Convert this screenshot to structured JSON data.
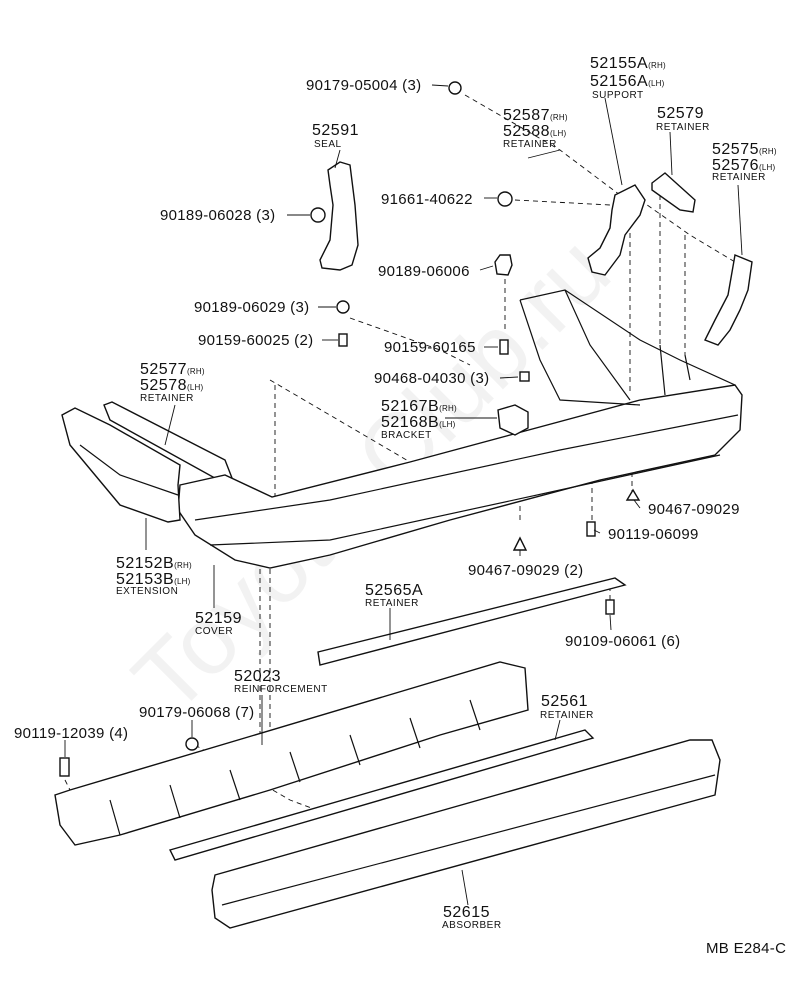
{
  "diagram_code": "MB E284-C",
  "watermark": "Toyota-Club.ru",
  "labels": {
    "p90179_05004": "90179-05004 (3)",
    "p52155a": "52155A",
    "p52155a_sfx": "(RH)",
    "p52156a": "52156A",
    "p52156a_sfx": "(LH)",
    "support": "SUPPORT",
    "p52587": "52587",
    "p52587_sfx": "(RH)",
    "p52588": "52588",
    "p52588_sfx": "(LH)",
    "retainer_52587": "RETAINER",
    "p52579": "52579",
    "retainer_52579": "RETAINER",
    "p52591": "52591",
    "seal": "SEAL",
    "p52575": "52575",
    "p52575_sfx": "(RH)",
    "p52576": "52576",
    "p52576_sfx": "(LH)",
    "retainer_52575": "RETAINER",
    "p91661_40622": "91661-40622",
    "p90189_06028": "90189-06028 (3)",
    "p90189_06006": "90189-06006",
    "p90189_06029": "90189-06029 (3)",
    "p90159_60025": "90159-60025 (2)",
    "p90159_60165": "90159-60165",
    "p52577": "52577",
    "p52577_sfx": "(RH)",
    "p52578": "52578",
    "p52578_sfx": "(LH)",
    "retainer_52577": "RETAINER",
    "p90468_04030": "90468-04030 (3)",
    "p52167b": "52167B",
    "p52167b_sfx": "(RH)",
    "p52168b": "52168B",
    "p52168b_sfx": "(LH)",
    "bracket": "BRACKET",
    "p90467_09029_a": "90467-09029",
    "p90119_06099": "90119-06099",
    "p52152b": "52152B",
    "p52152b_sfx": "(RH)",
    "p52153b": "52153B",
    "p52153b_sfx": "(LH)",
    "extension": "EXTENSION",
    "p90467_09029_b": "90467-09029 (2)",
    "p52159": "52159",
    "cover": "COVER",
    "p52565a": "52565A",
    "retainer_52565a": "RETAINER",
    "p90109_06061": "90109-06061 (6)",
    "p52023": "52023",
    "reinforcement": "REINFORCEMENT",
    "p90179_06068": "90179-06068 (7)",
    "p52561": "52561",
    "retainer_52561": "RETAINER",
    "p90119_12039": "90119-12039 (4)",
    "p52615": "52615",
    "absorber": "ABSORBER"
  }
}
